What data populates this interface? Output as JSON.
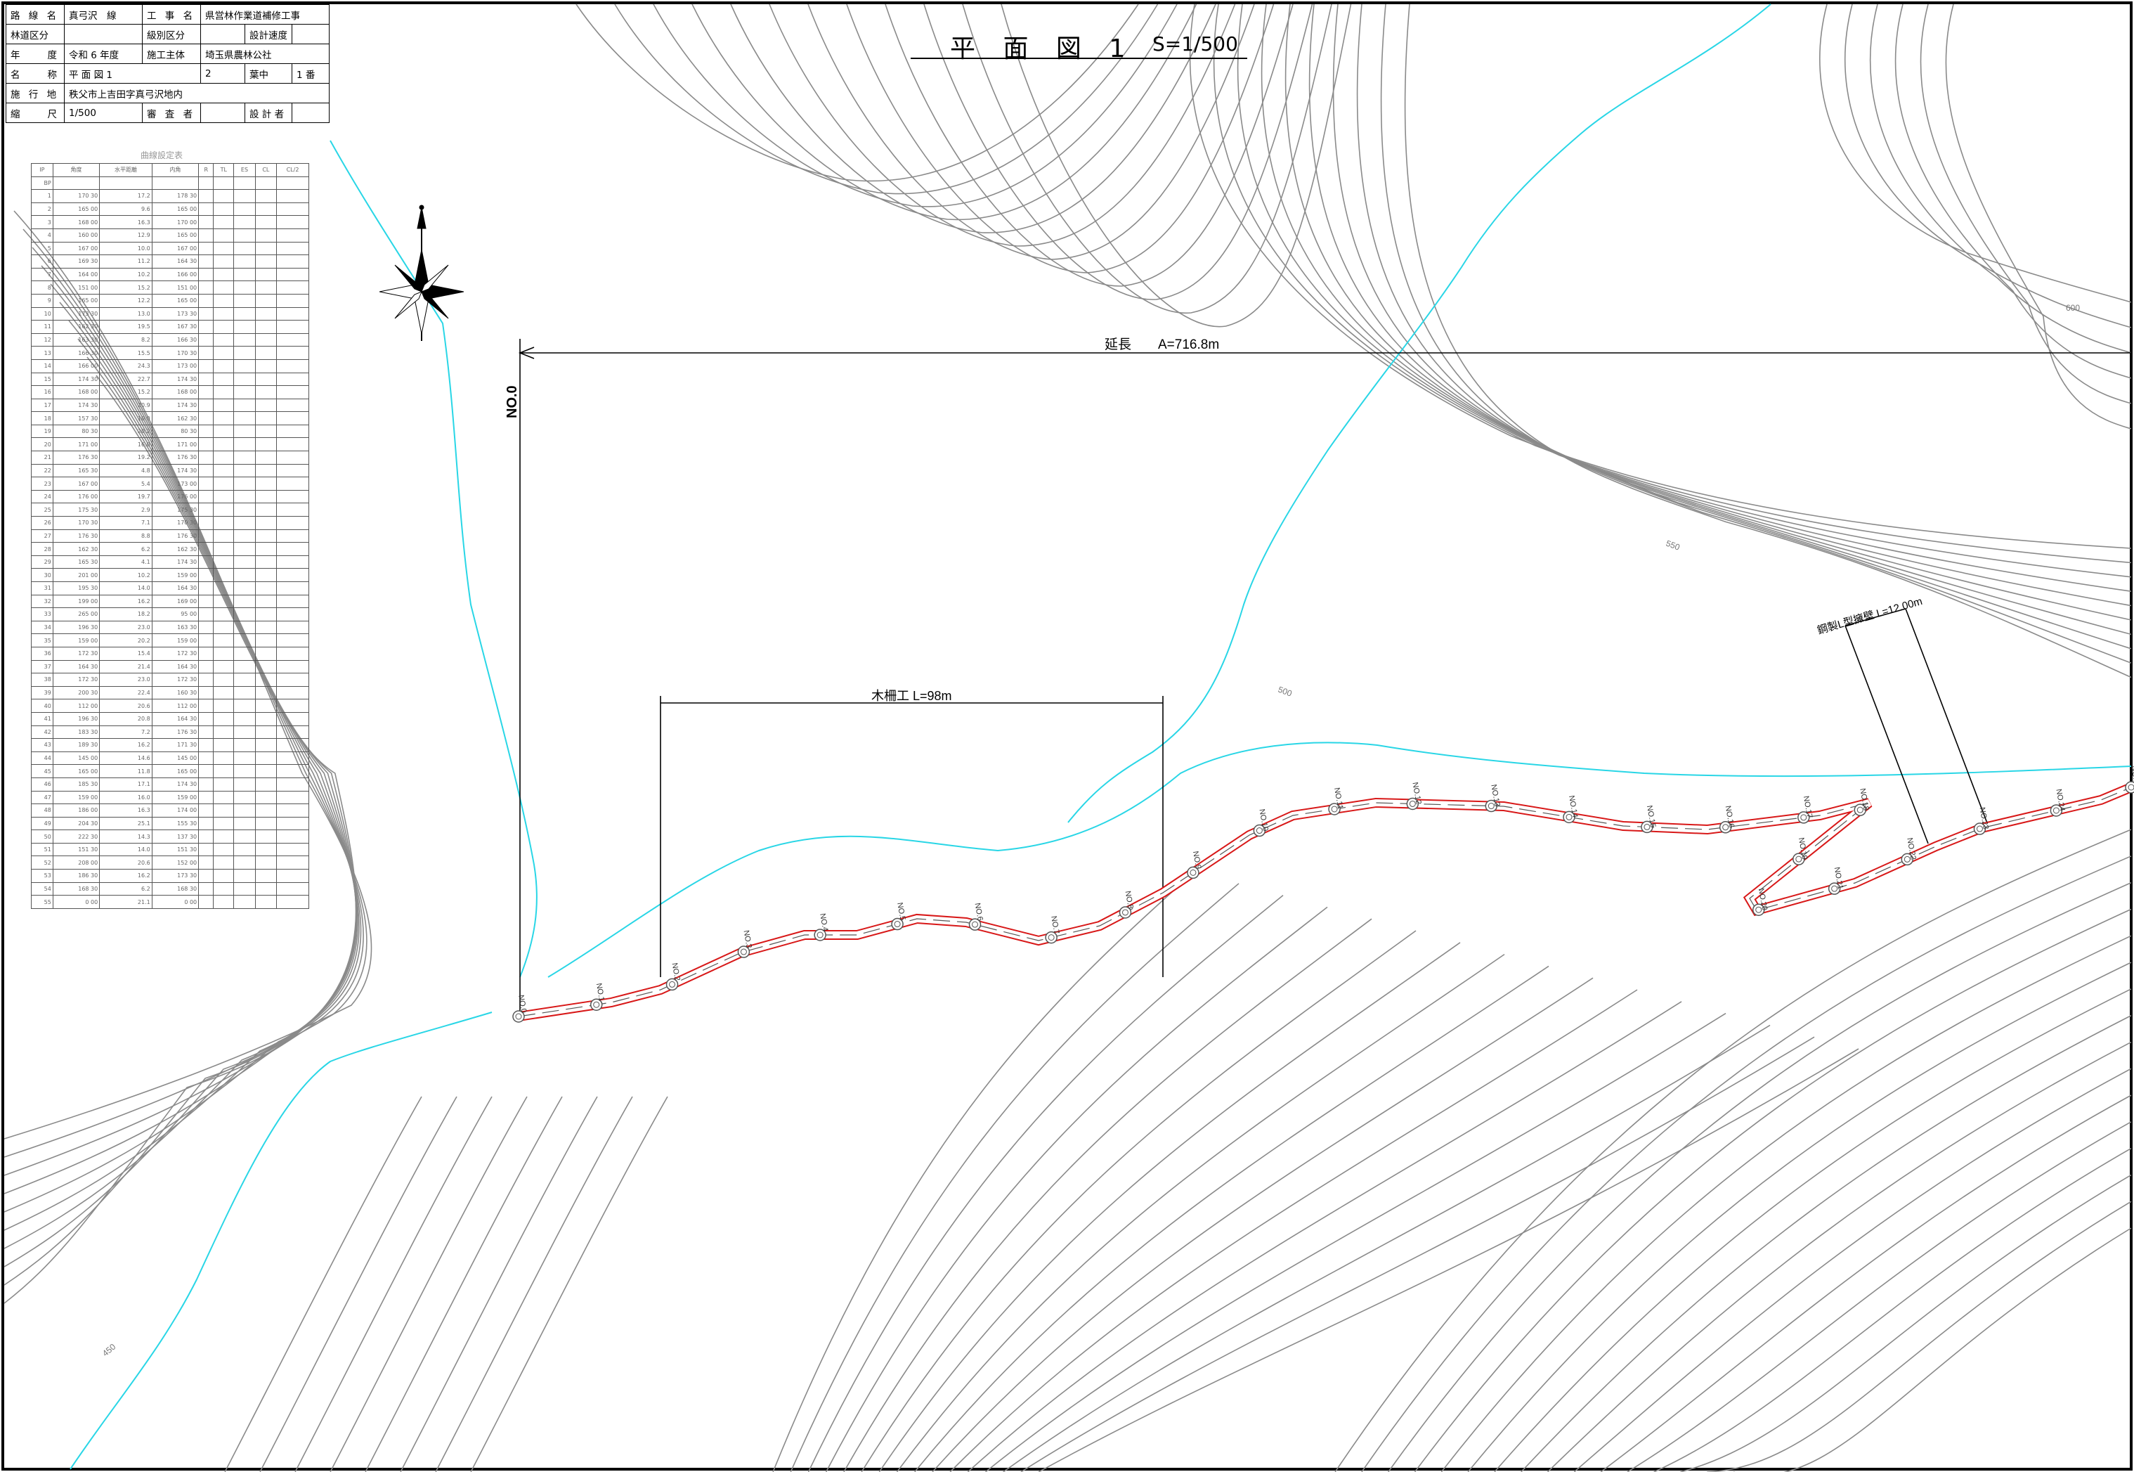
{
  "title_block": {
    "route_label": "路 線 名",
    "route": "真弓沢　線",
    "work_label": "工 事 名",
    "work": "県営林作業道補修工事",
    "road_class_label": "林道区分",
    "road_class": "",
    "grade_label": "級別区分",
    "grade": "",
    "speed_label": "設計速度",
    "speed": "",
    "year_label": "年　　度",
    "year": "令和 6 年度",
    "contractor_label": "施工主体",
    "contractor": "埼玉県農林公社",
    "name_label": "名　　称",
    "name": "平 面 図 1",
    "sheet_no": "2",
    "sheet_mid": "葉中",
    "sheet_idx": "1 番",
    "site_label": "施 行 地",
    "site": "秩父市上吉田字真弓沢地内",
    "scale_label": "縮　　尺",
    "scale": "1/500",
    "checker_label": "審 査 者",
    "designer_label": "設 計 者"
  },
  "drawing": {
    "title": "平 面 図 1",
    "scale": "S=1/500",
    "extension_label": "延長　　A=716.8m",
    "wood_fence_label": "木柵工 L=98m",
    "retaining_label": "鋼製L型擁壁 L=12.00m",
    "start_label": "NO.0",
    "contours": [
      "600",
      "550",
      "500",
      "450"
    ],
    "stations": [
      "NO.0",
      "NO.1",
      "NO.2",
      "NO.3",
      "NO.4",
      "NO.5",
      "NO.6",
      "NO.7",
      "NO.8",
      "NO.9",
      "NO.10",
      "NO.11",
      "NO.12",
      "NO.13",
      "NO.14",
      "NO.15",
      "NO.16",
      "NO.17",
      "NO.18",
      "NO.19",
      "NO.20",
      "NO.21",
      "NO.22",
      "NO.23",
      "NO.24",
      "NO.25"
    ]
  },
  "curve_table": {
    "title": "曲線設定表",
    "headers": [
      "IP",
      "角度",
      "水平距離",
      "内角",
      "R",
      "TL",
      "ES",
      "CL",
      "CL/2"
    ],
    "rows": [
      [
        "BP",
        "",
        "",
        "",
        "",
        "",
        "",
        "",
        ""
      ],
      [
        "1",
        "170 30",
        "17.2",
        "178 30",
        "",
        "",
        "",
        "",
        ""
      ],
      [
        "2",
        "165 00",
        "9.6",
        "165 00",
        "",
        "",
        "",
        "",
        ""
      ],
      [
        "3",
        "168 00",
        "16.3",
        "170 00",
        "",
        "",
        "",
        "",
        ""
      ],
      [
        "4",
        "160 00",
        "12.9",
        "165 00",
        "",
        "",
        "",
        "",
        ""
      ],
      [
        "5",
        "167 00",
        "10.0",
        "167 00",
        "",
        "",
        "",
        "",
        ""
      ],
      [
        "6",
        "169 30",
        "11.2",
        "164 30",
        "",
        "",
        "",
        "",
        ""
      ],
      [
        "7",
        "164 00",
        "10.2",
        "166 00",
        "",
        "",
        "",
        "",
        ""
      ],
      [
        "8",
        "151 00",
        "15.2",
        "151 00",
        "",
        "",
        "",
        "",
        ""
      ],
      [
        "9",
        "165 00",
        "12.2",
        "165 00",
        "",
        "",
        "",
        "",
        ""
      ],
      [
        "10",
        "173 30",
        "13.0",
        "173 30",
        "",
        "",
        "",
        "",
        ""
      ],
      [
        "11",
        "162 30",
        "19.5",
        "167 30",
        "",
        "",
        "",
        "",
        ""
      ],
      [
        "12",
        "163 30",
        "8.2",
        "166 30",
        "",
        "",
        "",
        "",
        ""
      ],
      [
        "13",
        "166 30",
        "15.5",
        "170 30",
        "",
        "",
        "",
        "",
        ""
      ],
      [
        "14",
        "166 00",
        "24.3",
        "173 00",
        "",
        "",
        "",
        "",
        ""
      ],
      [
        "15",
        "174 30",
        "22.7",
        "174 30",
        "",
        "",
        "",
        "",
        ""
      ],
      [
        "16",
        "168 00",
        "15.2",
        "168 00",
        "",
        "",
        "",
        "",
        ""
      ],
      [
        "17",
        "174 30",
        "20.9",
        "174 30",
        "",
        "",
        "",
        "",
        ""
      ],
      [
        "18",
        "157 30",
        "10.0",
        "162 30",
        "",
        "",
        "",
        "",
        ""
      ],
      [
        "19",
        "80 30",
        "20.2",
        "80 30",
        "",
        "",
        "",
        "",
        ""
      ],
      [
        "20",
        "171 00",
        "16.0",
        "171 00",
        "",
        "",
        "",
        "",
        ""
      ],
      [
        "21",
        "176 30",
        "19.2",
        "176 30",
        "",
        "",
        "",
        "",
        ""
      ],
      [
        "22",
        "165 30",
        "4.8",
        "174 30",
        "",
        "",
        "",
        "",
        ""
      ],
      [
        "23",
        "167 00",
        "5.4",
        "173 00",
        "",
        "",
        "",
        "",
        ""
      ],
      [
        "24",
        "176 00",
        "19.7",
        "176 00",
        "",
        "",
        "",
        "",
        ""
      ],
      [
        "25",
        "175 30",
        "2.9",
        "175 30",
        "",
        "",
        "",
        "",
        ""
      ],
      [
        "26",
        "170 30",
        "7.1",
        "170 30",
        "",
        "",
        "",
        "",
        ""
      ],
      [
        "27",
        "176 30",
        "8.8",
        "176 30",
        "",
        "",
        "",
        "",
        ""
      ],
      [
        "28",
        "162 30",
        "6.2",
        "162 30",
        "",
        "",
        "",
        "",
        ""
      ],
      [
        "29",
        "165 30",
        "4.1",
        "174 30",
        "",
        "",
        "",
        "",
        ""
      ],
      [
        "30",
        "201 00",
        "10.2",
        "159 00",
        "",
        "",
        "",
        "",
        ""
      ],
      [
        "31",
        "195 30",
        "14.0",
        "164 30",
        "",
        "",
        "",
        "",
        ""
      ],
      [
        "32",
        "199 00",
        "16.2",
        "169 00",
        "",
        "",
        "",
        "",
        ""
      ],
      [
        "33",
        "265 00",
        "18.2",
        "95 00",
        "",
        "",
        "",
        "",
        ""
      ],
      [
        "34",
        "196 30",
        "23.0",
        "163 30",
        "",
        "",
        "",
        "",
        ""
      ],
      [
        "35",
        "159 00",
        "20.2",
        "159 00",
        "",
        "",
        "",
        "",
        ""
      ],
      [
        "36",
        "172 30",
        "15.4",
        "172 30",
        "",
        "",
        "",
        "",
        ""
      ],
      [
        "37",
        "164 30",
        "21.4",
        "164 30",
        "",
        "",
        "",
        "",
        ""
      ],
      [
        "38",
        "172 30",
        "23.0",
        "172 30",
        "",
        "",
        "",
        "",
        ""
      ],
      [
        "39",
        "200 30",
        "22.4",
        "160 30",
        "",
        "",
        "",
        "",
        ""
      ],
      [
        "40",
        "112 00",
        "20.6",
        "112 00",
        "",
        "",
        "",
        "",
        ""
      ],
      [
        "41",
        "196 30",
        "20.8",
        "164 30",
        "",
        "",
        "",
        "",
        ""
      ],
      [
        "42",
        "183 30",
        "7.2",
        "176 30",
        "",
        "",
        "",
        "",
        ""
      ],
      [
        "43",
        "189 30",
        "16.2",
        "171 30",
        "",
        "",
        "",
        "",
        ""
      ],
      [
        "44",
        "145 00",
        "14.6",
        "145 00",
        "",
        "",
        "",
        "",
        ""
      ],
      [
        "45",
        "165 00",
        "11.8",
        "165 00",
        "",
        "",
        "",
        "",
        ""
      ],
      [
        "46",
        "185 30",
        "17.1",
        "174 30",
        "",
        "",
        "",
        "",
        ""
      ],
      [
        "47",
        "159 00",
        "16.0",
        "159 00",
        "",
        "",
        "",
        "",
        ""
      ],
      [
        "48",
        "186 00",
        "16.3",
        "174 00",
        "",
        "",
        "",
        "",
        ""
      ],
      [
        "49",
        "204 30",
        "25.1",
        "155 30",
        "",
        "",
        "",
        "",
        ""
      ],
      [
        "50",
        "222 30",
        "14.3",
        "137 30",
        "",
        "",
        "",
        "",
        ""
      ],
      [
        "51",
        "151 30",
        "14.0",
        "151 30",
        "",
        "",
        "",
        "",
        ""
      ],
      [
        "52",
        "208 00",
        "20.6",
        "152 00",
        "",
        "",
        "",
        "",
        ""
      ],
      [
        "53",
        "186 30",
        "16.2",
        "173 30",
        "",
        "",
        "",
        "",
        ""
      ],
      [
        "54",
        "168 30",
        "6.2",
        "168 30",
        "",
        "",
        "",
        "",
        ""
      ],
      [
        "55",
        "0 00",
        "21.1",
        "0 00",
        "",
        "",
        "",
        "",
        ""
      ]
    ]
  },
  "colors": {
    "road": "#d81818",
    "stream": "#29d6e6",
    "contour": "#8a8a8a",
    "frame": "#000000"
  }
}
